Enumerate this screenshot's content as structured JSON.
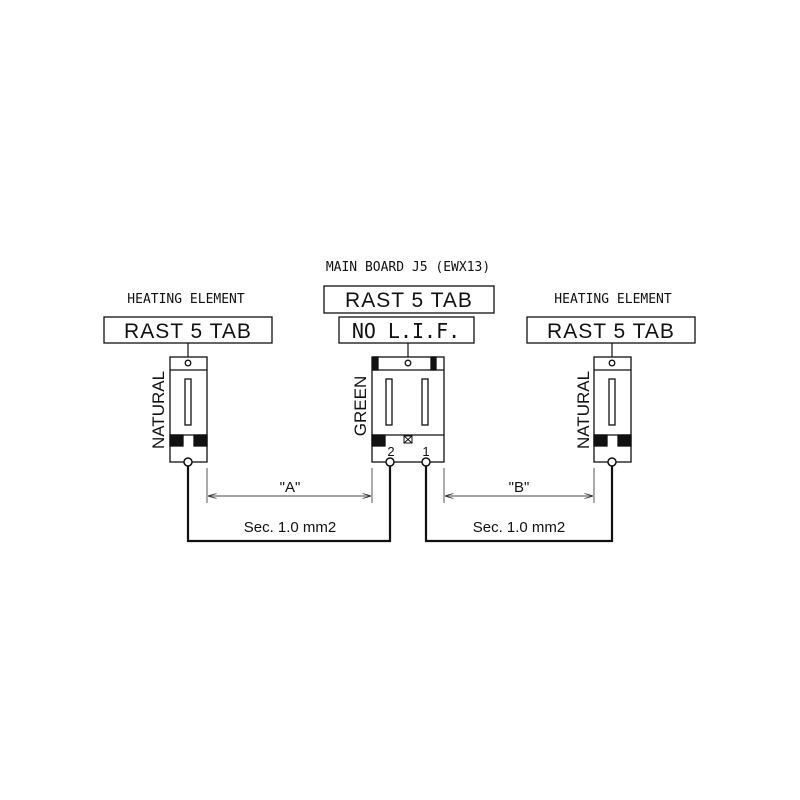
{
  "main_board": {
    "title": "MAIN BOARD J5 (EWX13)",
    "connector_label": "RAST 5 TAB",
    "sub_label": "NO L.I.F.",
    "wire_color": "GREEN",
    "pin_2": "2",
    "pin_1": "1"
  },
  "left_element": {
    "title": "HEATING ELEMENT",
    "connector_label": "RAST 5 TAB",
    "wire_color": "NATURAL"
  },
  "right_element": {
    "title": "HEATING ELEMENT",
    "connector_label": "RAST 5 TAB",
    "wire_color": "NATURAL"
  },
  "dimensions": {
    "a_label": "\"A\"",
    "b_label": "\"B\""
  },
  "wires": {
    "left_section": "Sec. 1.0 mm2",
    "right_section": "Sec. 1.0 mm2"
  }
}
